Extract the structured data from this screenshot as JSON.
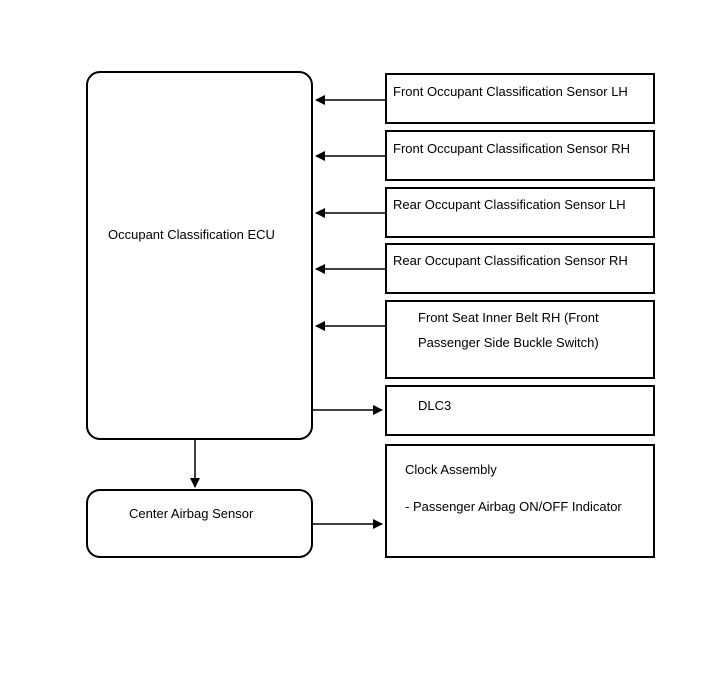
{
  "ecu": {
    "label": "Occupant Classification ECU"
  },
  "airbag": {
    "label": "Center Airbag Sensor"
  },
  "inputs": [
    {
      "label": "Front Occupant Classification Sensor LH"
    },
    {
      "label": "Front Occupant Classification Sensor RH"
    },
    {
      "label": "Rear Occupant Classification Sensor LH"
    },
    {
      "label": "Rear Occupant Classification Sensor RH"
    },
    {
      "line1": "Front Seat Inner Belt RH (Front",
      "line2": "Passenger Side Buckle Switch)"
    }
  ],
  "dlc3": {
    "label": "DLC3"
  },
  "clock": {
    "title": "Clock Assembly",
    "sub": "- Passenger Airbag ON/OFF Indicator"
  }
}
